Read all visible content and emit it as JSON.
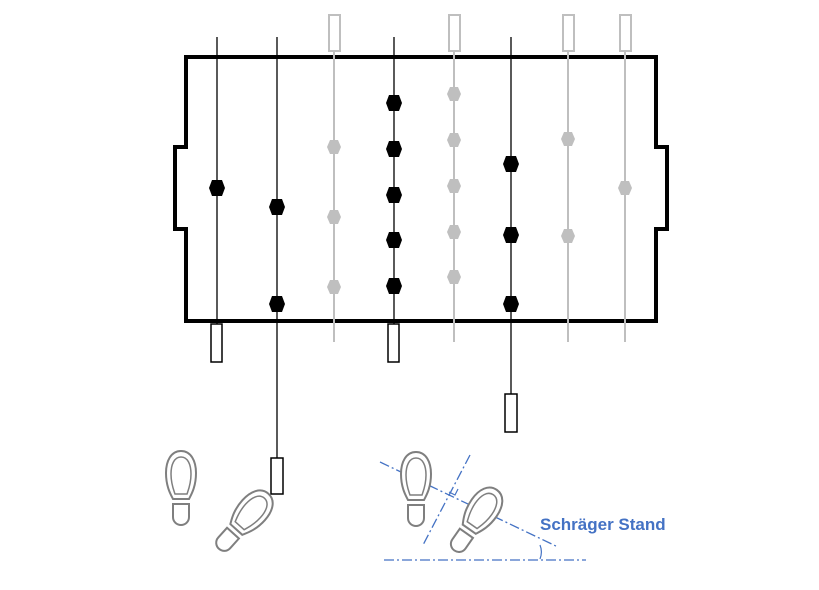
{
  "diagram": {
    "caption": "Schräger Stand",
    "colors": {
      "active": "#000000",
      "inactive": "#bfbfbf",
      "frame": "#000000",
      "guide": "#4472c4",
      "background": "#ffffff"
    },
    "rods": [
      {
        "role": "goalkeeper",
        "team": "black",
        "players": 1
      },
      {
        "role": "defense",
        "team": "black",
        "players": 2
      },
      {
        "role": "attack",
        "team": "grey",
        "players": 3
      },
      {
        "role": "midfield",
        "team": "black",
        "players": 5
      },
      {
        "role": "midfield",
        "team": "grey",
        "players": 5
      },
      {
        "role": "attack",
        "team": "black",
        "players": 3
      },
      {
        "role": "defense",
        "team": "grey",
        "players": 2
      },
      {
        "role": "goalkeeper",
        "team": "grey",
        "players": 1
      }
    ],
    "stances": [
      {
        "name": "left-stance",
        "feet": 2,
        "guides": false
      },
      {
        "name": "angled-stance",
        "feet": 2,
        "guides": true
      }
    ]
  }
}
